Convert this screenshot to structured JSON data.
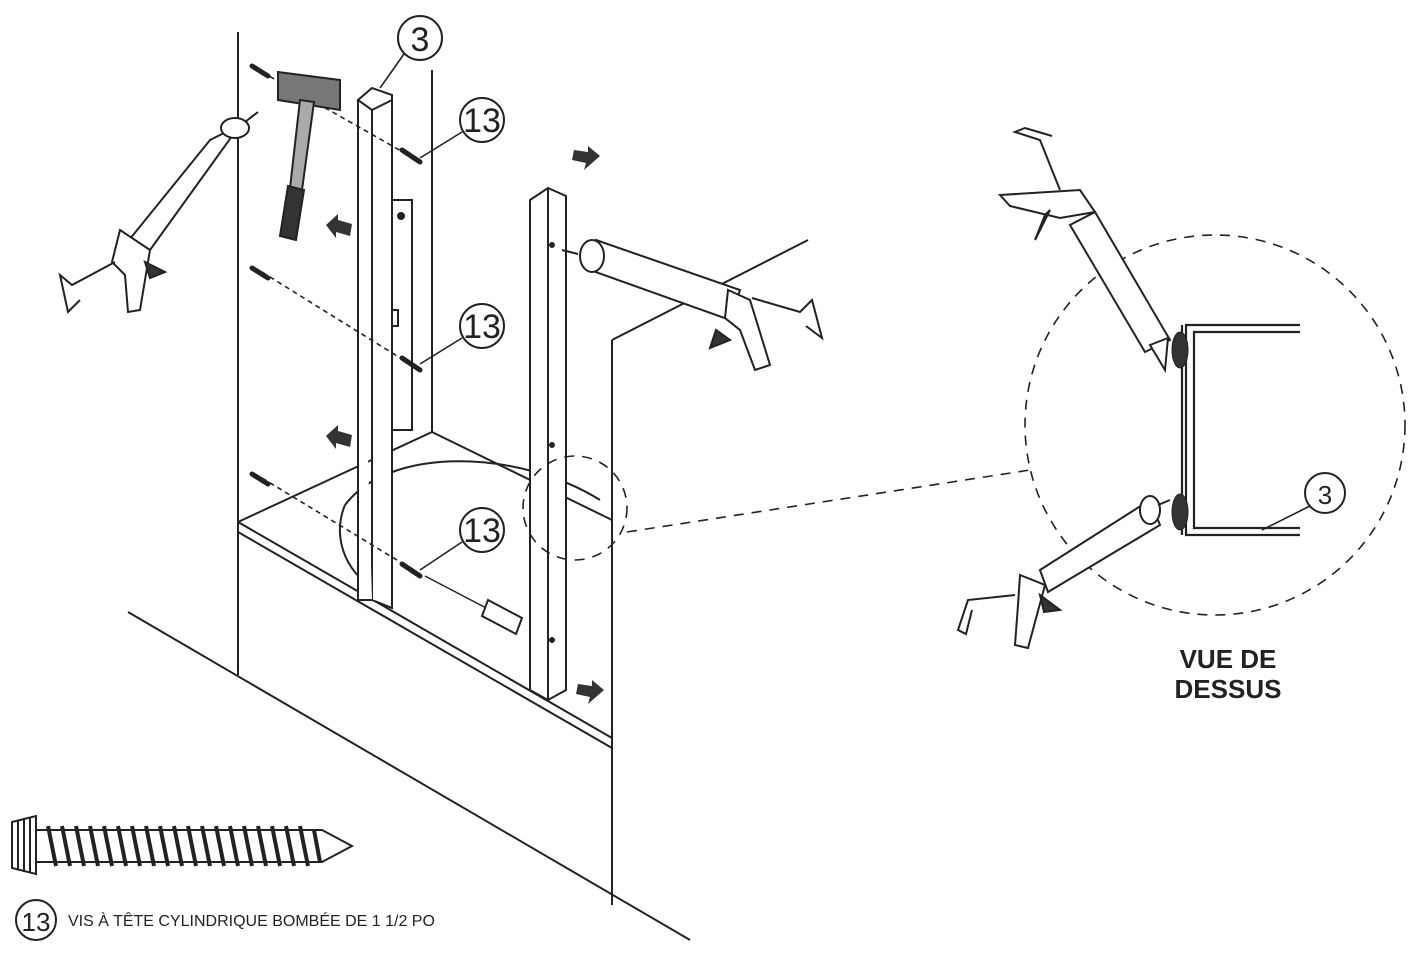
{
  "callouts": {
    "part_3": "3",
    "screw_13": "13",
    "detail_part_3": "3",
    "legend_13": "13"
  },
  "detail_view": {
    "label_line1": "VUE DE",
    "label_line2": "DESSUS"
  },
  "legend": {
    "description": "VIS À TÊTE CYLINDRIQUE BOMBÉE DE 1 1/2 PO"
  },
  "colors": {
    "line": "#222222",
    "fill_light": "#ffffff",
    "fill_dark": "#333333",
    "hammer": "#777777"
  }
}
